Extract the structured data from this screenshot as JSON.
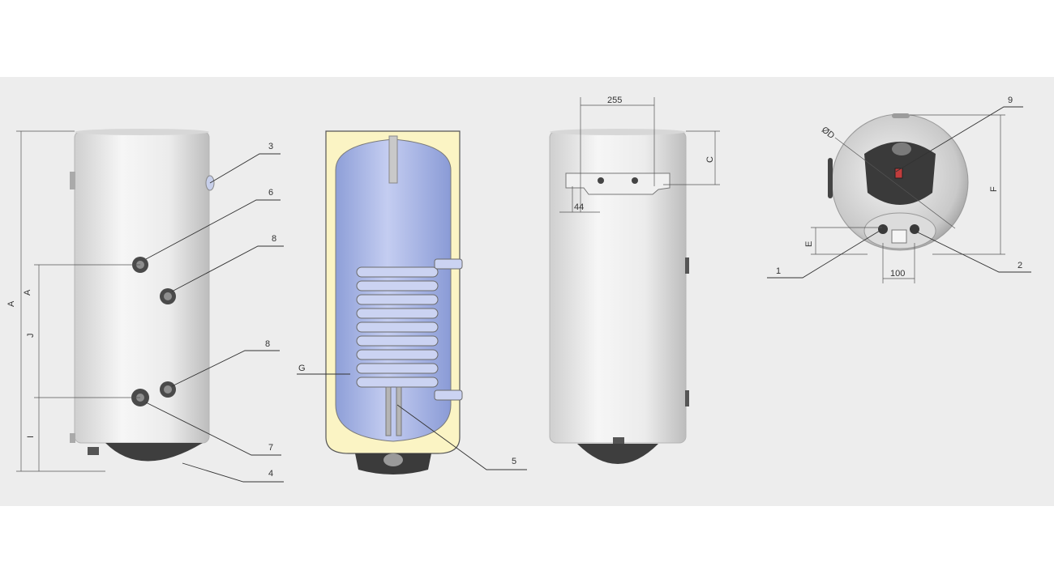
{
  "callouts": {
    "c1": "1",
    "c2": "2",
    "c3": "3",
    "c4": "4",
    "c5": "5",
    "c6": "6",
    "c7": "7",
    "c8a": "8",
    "c8b": "8",
    "c9": "9"
  },
  "dimensions": {
    "A_outer": "A",
    "A_inner": "A",
    "J": "J",
    "I": "I",
    "G": "G",
    "C": "C",
    "E": "E",
    "F": "F",
    "D": "ØD",
    "w255": "255",
    "w44": "44",
    "w100": "100"
  },
  "colors": {
    "band": "#ececec",
    "tank_body": "#e9e9e9",
    "insulation": "#fbf4c4",
    "inner_tank": "#a9b7e6",
    "coil": "#cbd3f2",
    "dark_fitting": "#3a3a3a"
  }
}
